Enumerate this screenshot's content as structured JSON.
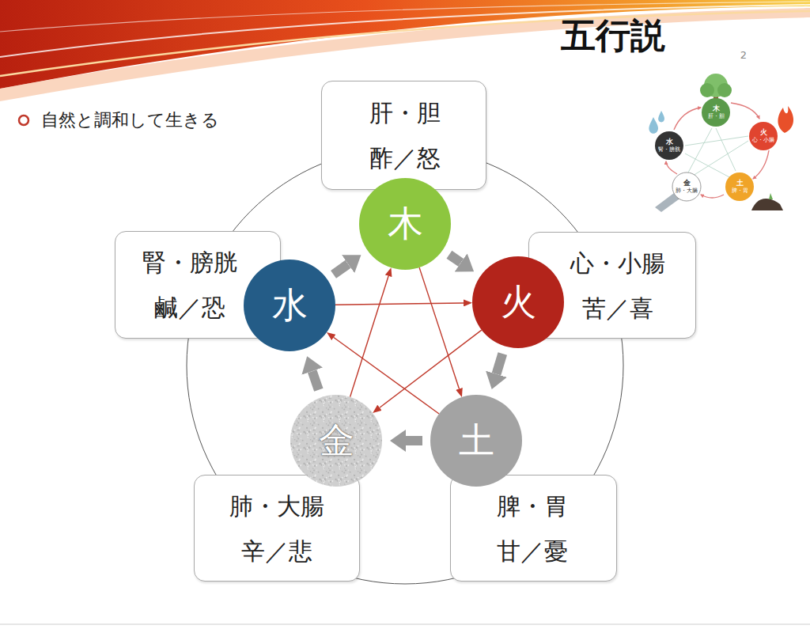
{
  "diagram": {
    "title": "五行説",
    "nodes": [
      {
        "text": [
          "肝・胆",
          "酢／怒"
        ]
      },
      {
        "text": [
          "木"
        ]
      },
      {
        "text": [
          "心・小腸",
          "苦／喜"
        ]
      },
      {
        "text": [
          "火"
        ]
      },
      {
        "text": [
          "脾・胃",
          "甘／憂"
        ]
      },
      {
        "text": [
          "土"
        ]
      },
      {
        "text": [
          "肺・大腸",
          "辛／悲"
        ]
      },
      {
        "text": [
          "金"
        ]
      },
      {
        "text": [
          "腎・膀胱",
          "鹹／恐"
        ]
      },
      {
        "text": [
          "水"
        ]
      }
    ],
    "edges": [
      {
        "from": 1,
        "to": 3,
        "arrow": "to"
      },
      {
        "from": 3,
        "to": 5,
        "arrow": "to"
      },
      {
        "from": 5,
        "to": 7,
        "arrow": "to"
      },
      {
        "from": 7,
        "to": 9,
        "arrow": "to"
      },
      {
        "from": 9,
        "to": 1,
        "arrow": "to"
      },
      {
        "from": 1,
        "to": 5,
        "arrow": "to"
      },
      {
        "from": 5,
        "to": 9,
        "arrow": "to"
      },
      {
        "from": 9,
        "to": 3,
        "arrow": "to"
      },
      {
        "from": 3,
        "to": 7,
        "arrow": "to"
      },
      {
        "from": 7,
        "to": 1,
        "arrow": "to"
      }
    ],
    "labels": [
      "2",
      "自然と調和して生きる",
      "木",
      "肝・胆",
      "火",
      "心・小腸",
      "土",
      "脾・胃",
      "金",
      "肺・大腸",
      "水",
      "腎・膀胱"
    ]
  }
}
